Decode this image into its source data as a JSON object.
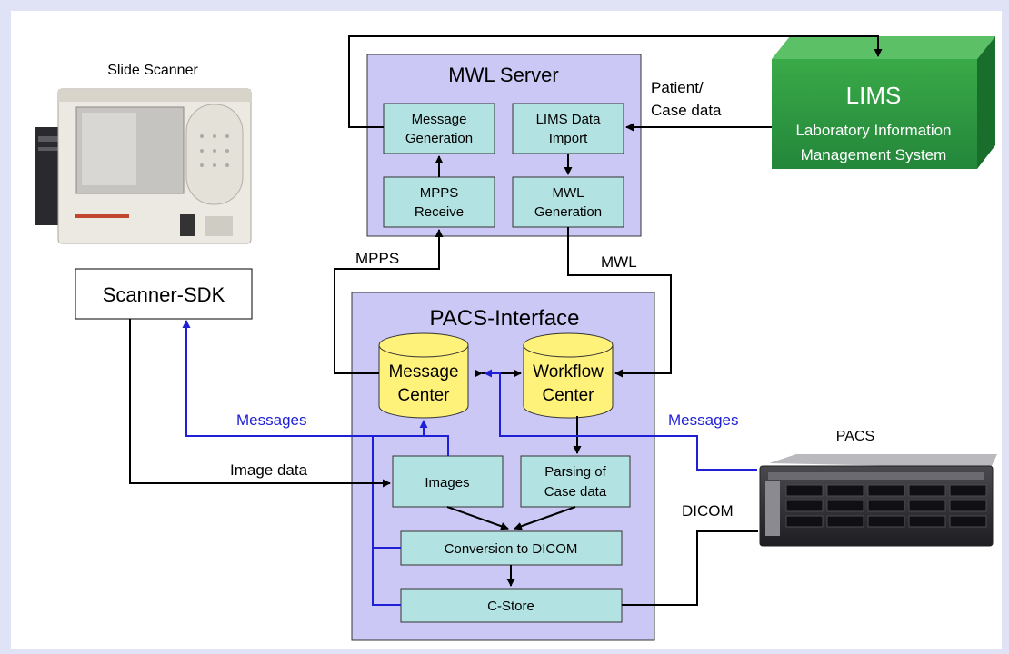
{
  "slide_scanner": {
    "label": "Slide Scanner"
  },
  "scanner_sdk": {
    "label": "Scanner-SDK"
  },
  "mwl_server": {
    "title": "MWL Server",
    "message_generation": [
      "Message",
      "Generation"
    ],
    "lims_data_import": [
      "LIMS Data",
      "Import"
    ],
    "mpps_receive": [
      "MPPS",
      "Receive"
    ],
    "mwl_generation": [
      "MWL",
      "Generation"
    ]
  },
  "lims": {
    "title": "LIMS",
    "subtitle": [
      "Laboratory Information",
      "Management System"
    ]
  },
  "pacs_interface": {
    "title": "PACS-Interface",
    "message_center": [
      "Message",
      "Center"
    ],
    "workflow_center": [
      "Workflow",
      "Center"
    ],
    "images": "Images",
    "parsing": [
      "Parsing of",
      "Case data"
    ],
    "conversion": "Conversion to DICOM",
    "c_store": "C-Store"
  },
  "pacs": {
    "label": "PACS"
  },
  "edges": {
    "patient_case_data": [
      "Patient/",
      "Case data"
    ],
    "mpps": "MPPS",
    "mwl": "MWL",
    "messages_left": "Messages",
    "messages_right": "Messages",
    "image_data": "Image data",
    "dicom": "DICOM"
  },
  "colors": {
    "background": "#dfe3f5",
    "server_box": "#ccc8f5",
    "teal_box": "#b3e2e2",
    "database": "#fff27a",
    "lims_green": "#2e9a40",
    "message_line": "#1f1fd6"
  }
}
